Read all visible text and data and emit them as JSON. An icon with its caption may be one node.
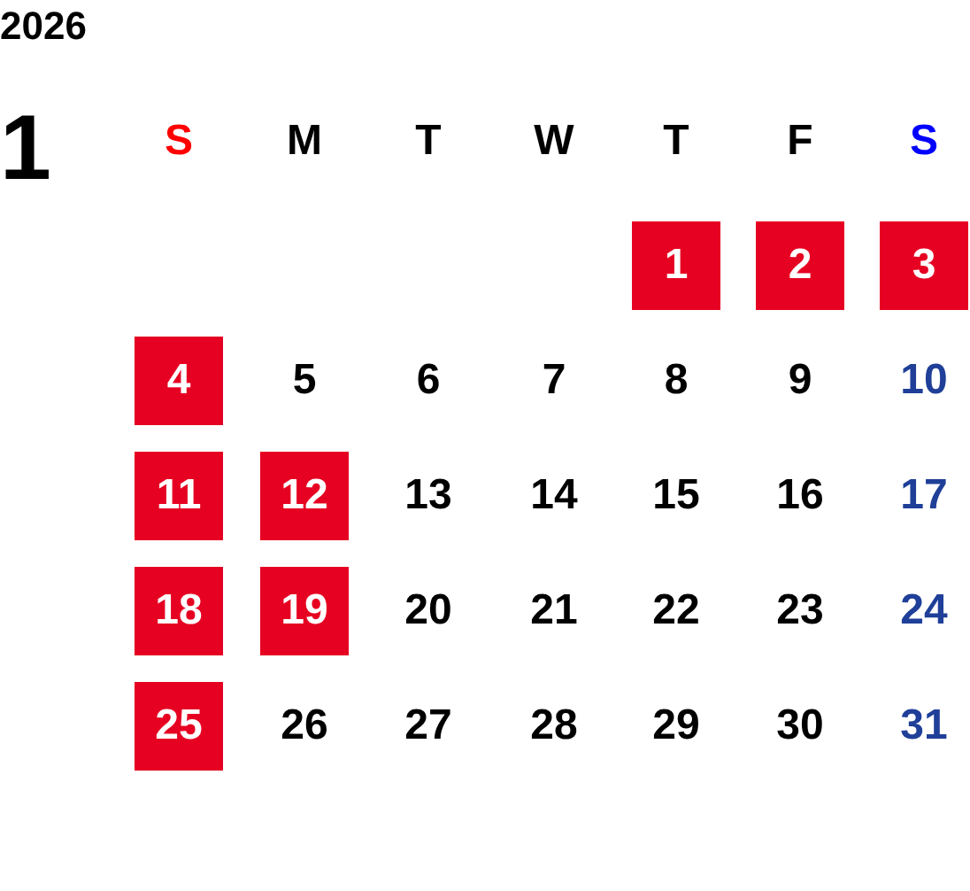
{
  "diagram": {
    "title": "2026",
    "nodes": [
      {
        "text": [
          "1"
        ]
      },
      {
        "text": [
          "2"
        ]
      },
      {
        "text": [
          "3"
        ]
      },
      {
        "text": [
          "4"
        ]
      },
      {
        "text": [
          "11"
        ]
      },
      {
        "text": [
          "12"
        ]
      },
      {
        "text": [
          "18"
        ]
      },
      {
        "text": [
          "19"
        ]
      },
      {
        "text": [
          "25"
        ]
      }
    ],
    "labels": [
      "1",
      "S",
      "M",
      "T",
      "W",
      "T",
      "F",
      "S",
      "5",
      "6",
      "7",
      "8",
      "9",
      "10",
      "13",
      "14",
      "15",
      "16",
      "17",
      "20",
      "21",
      "22",
      "23",
      "24",
      "26",
      "27",
      "28",
      "29",
      "30",
      "31"
    ]
  }
}
